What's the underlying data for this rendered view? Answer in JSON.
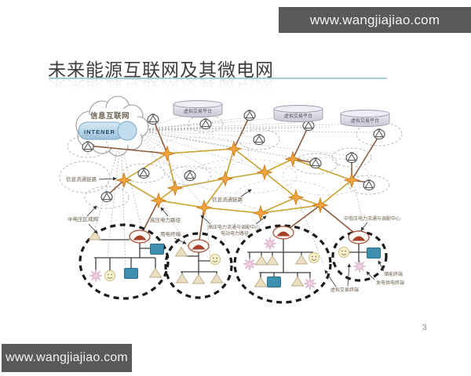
{
  "watermarks": {
    "top": "www.wangjiajiao.com",
    "bottom": "www.wangjiajiao.com"
  },
  "slide": {
    "title": "未来能源互联网及其微电网",
    "page_number": "3"
  },
  "diagram": {
    "cloud_label": "信息互联网",
    "internet_label": "INTENER",
    "platforms": [
      "虚拟交易平台",
      "虚拟交易平台",
      "虚拟交易平台"
    ],
    "labels": {
      "info_link_left": "信息流通链路",
      "mv_regional_network": "中电压区域网",
      "hv_power_path": "高压电力路径",
      "consumer_terminal": "用电终端",
      "info_link_mid": "信息流通链路",
      "hv_dispatch_center": "高压电力流通与调配中心",
      "station_power_path": "电站电力路径",
      "mlv_dispatch_center": "中低压电力流通与调配中心",
      "storage_terminal": "储能终端",
      "generation_terminal": "发电供电终端",
      "virtual_trade_terminal": "虚拟交易终端"
    },
    "colors": {
      "node_orange": "#f2a53c",
      "power_link_olive": "#c9a22e",
      "power_link_brown": "#8d5a3b",
      "storage_blue": "#3f8fb0",
      "transformer_red": "#a8402a",
      "watermark_gray": "#58595b",
      "title_rule_teal": "#a9cdd2"
    }
  }
}
